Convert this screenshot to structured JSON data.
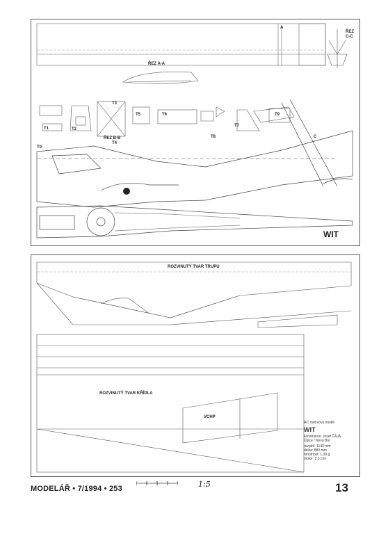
{
  "top_sheet": {
    "title": "WIT",
    "section_aa": "ŘEZ A-A",
    "section_bb": "ŘEZ B-B",
    "section_cc_line1": "ŘEZ",
    "section_cc_line2": "C-C",
    "part_labels": [
      "T0",
      "T1",
      "T2",
      "T3",
      "T4",
      "T5",
      "T6",
      "T7",
      "T8",
      "T9"
    ],
    "marker_a": "A",
    "marker_c": "C"
  },
  "bottom_sheet": {
    "fuselage_title": "ROZVINUTÝ TVAR TRUPU",
    "wing_title": "ROZVINUTÝ TVAR KŘÍDLA",
    "fin_label": "VCHP",
    "spec_box": {
      "heading": "RC motorový model",
      "name": "WIT",
      "designer": "konstrukce: Josef ČAJA,",
      "location": "Úpice / Nová Bor",
      "rows": [
        {
          "label": "rozpětí:",
          "value": "1140 mm"
        },
        {
          "label": "délka:",
          "value": "880 mm"
        },
        {
          "label": "hmotnost:",
          "value": "1,39 g"
        },
        {
          "label": "motor:",
          "value": "2,5 cm³"
        }
      ]
    }
  },
  "footer": {
    "magazine": "MODELÁŘ • 7/1994 • 253",
    "scale": "1:5",
    "page_number": "13"
  }
}
